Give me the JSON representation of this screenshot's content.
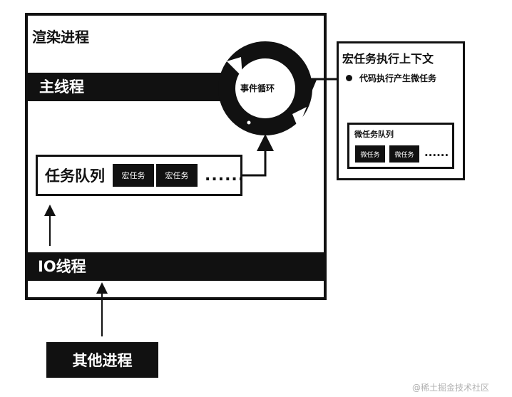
{
  "render_process": {
    "title": "渲染进程"
  },
  "main_thread": {
    "label": "主线程"
  },
  "event_loop": {
    "label": "事件循环"
  },
  "task_queue": {
    "label": "任务队列",
    "tasks": [
      "宏任务",
      "宏任务"
    ],
    "ellipsis": "......"
  },
  "io_thread": {
    "label": "IO线程"
  },
  "other_process": {
    "label": "其他进程"
  },
  "macro_context": {
    "title": "宏任务执行上下文",
    "code_note": "代码执行产生微任务",
    "micro_queue": {
      "label": "微任务队列",
      "tasks": [
        "微任务",
        "微任务"
      ],
      "ellipsis": "......"
    }
  },
  "watermark": "@稀土掘金技术社区"
}
